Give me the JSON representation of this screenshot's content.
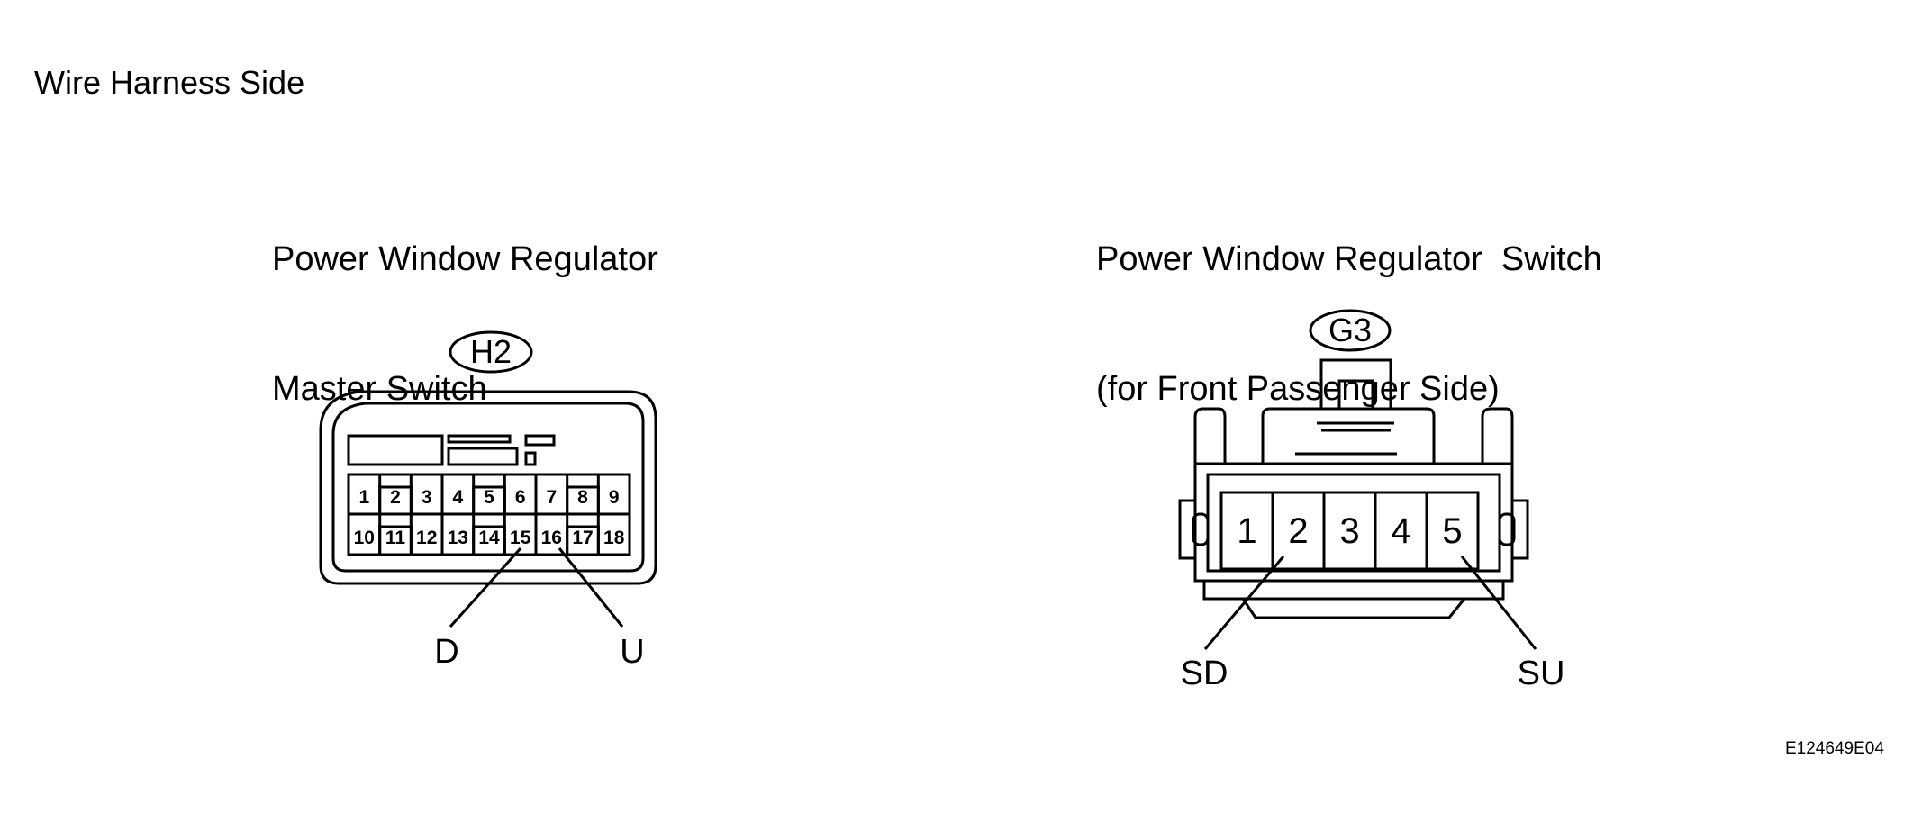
{
  "page": {
    "heading": "Wire Harness Side",
    "figure_code": "E124649E04"
  },
  "master": {
    "title_line1": "Power Window Regulator",
    "title_line2": "Master Switch",
    "connector_id": "H2",
    "pins_top": [
      "1",
      "2",
      "3",
      "4",
      "5",
      "6",
      "7",
      "8",
      "9"
    ],
    "pins_bottom": [
      "10",
      "11",
      "12",
      "13",
      "14",
      "15",
      "16",
      "17",
      "18"
    ],
    "callout_left": "D",
    "callout_right": "U"
  },
  "passenger": {
    "title_line1": "Power Window Regulator  Switch",
    "title_line2": "(for Front Passenger Side)",
    "connector_id": "G3",
    "pins": [
      "1",
      "2",
      "3",
      "4",
      "5"
    ],
    "callout_left": "SD",
    "callout_right": "SU"
  }
}
